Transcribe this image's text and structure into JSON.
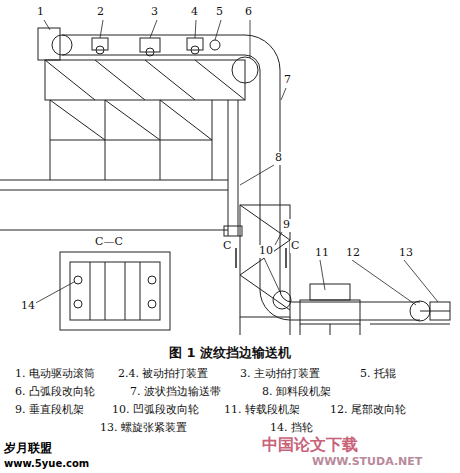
{
  "diagram": {
    "caption": "图 1 波纹挡边输送机",
    "labels": [
      "1",
      "2",
      "3",
      "4",
      "5",
      "6",
      "7",
      "8",
      "9",
      "10",
      "11",
      "12",
      "13",
      "14",
      "C—C",
      "C",
      "C",
      "1. 电动驱动滚筒",
      "2.4. 被动拍打装置",
      "3. 主动拍打装置",
      "5. 托辊",
      "6. 凸弧段改向轮",
      "7. 波状挡边输送带",
      "8. 卸料段机架",
      "9. 垂直段机架",
      "10. 凹弧段改向轮",
      "11. 转载段机架",
      "12. 尾部改向轮",
      "13. 螺旋张紧装置",
      "14. 挡轮",
      "岁月联盟",
      "www.5yue.com",
      "中国论文下载",
      "WWW.STUDA.NET"
    ]
  }
}
